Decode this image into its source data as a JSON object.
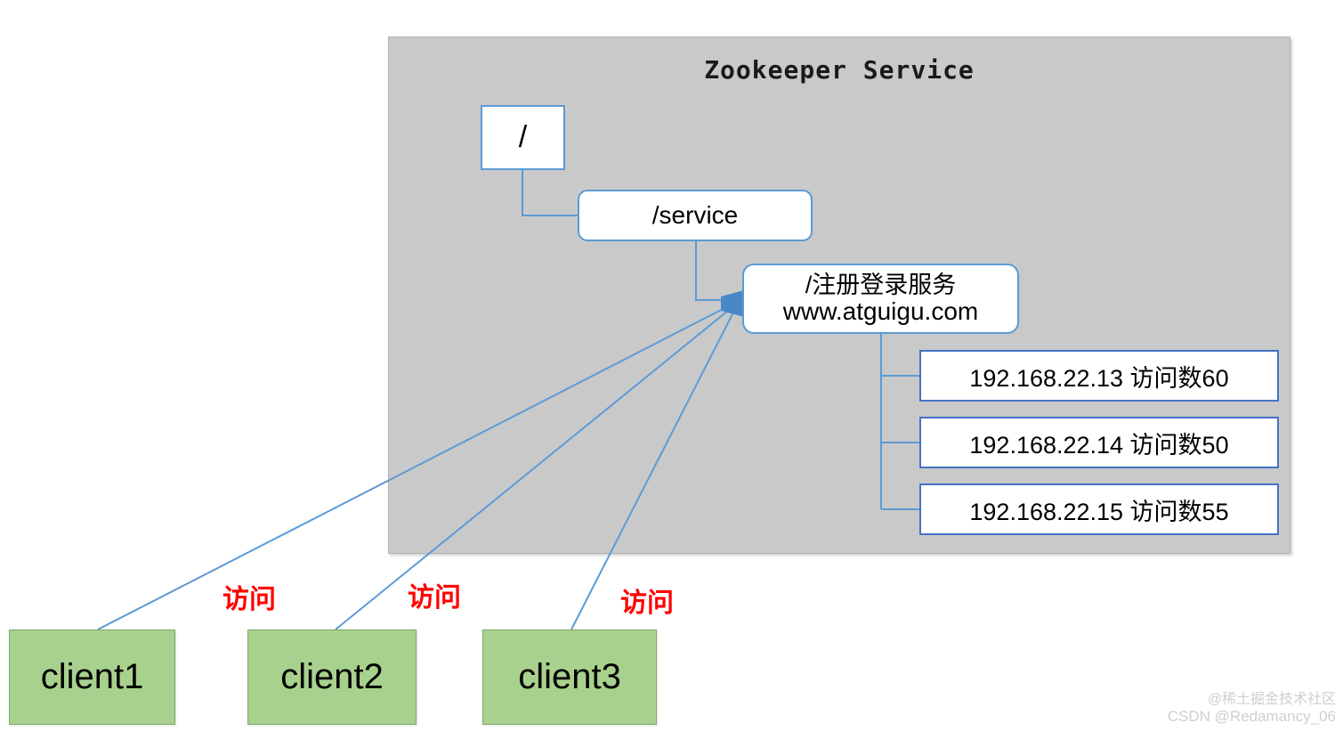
{
  "panel": {
    "title": "Zookeeper Service",
    "bg_color": "#c9c9c9"
  },
  "tree": {
    "root": {
      "label": "/"
    },
    "service": {
      "label": "/service"
    },
    "registry": {
      "line1": "/注册登录服务",
      "line2": "www.atguigu.com"
    },
    "servers": [
      {
        "label": "192.168.22.13  访问数60",
        "ip": "192.168.22.13",
        "count": 60
      },
      {
        "label": "192.168.22.14 访问数50",
        "ip": "192.168.22.14",
        "count": 50
      },
      {
        "label": "192.168.22.15 访问数55",
        "ip": "192.168.22.15",
        "count": 55
      }
    ]
  },
  "clients": [
    {
      "label": "client1",
      "access_label": "访问"
    },
    {
      "label": "client2",
      "access_label": "访问"
    },
    {
      "label": "client3",
      "access_label": "访问"
    }
  ],
  "colors": {
    "node_border": "#5b9bd5",
    "ip_border": "#4472c4",
    "client_fill": "#a9d18e",
    "access_text": "#ff0000",
    "wire": "#5b9bd5"
  },
  "watermark": {
    "line1": "@稀土掘金技术社区",
    "line2": "CSDN @Redamancy_06"
  }
}
